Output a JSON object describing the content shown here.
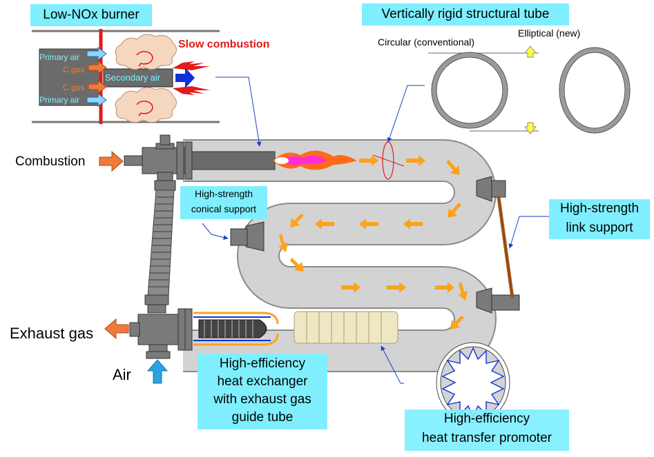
{
  "colors": {
    "callout_bg": "#7fefff",
    "tube_fill": "#d3d3d3",
    "flow_arrow": "#ffa21a",
    "combustion_arrow": "#f07a3a",
    "air_arrow": "#2aa3e0",
    "flame_red": "#e21a1a",
    "secondary_blue": "#1030d8",
    "support_gray": "#7a7a7a",
    "link_brown": "#a65a1e",
    "yellow_arrow": "#ffff3a"
  },
  "callouts": {
    "burner_title": "Low-NOx burner",
    "rigid_tube_title": "Vertically rigid structural tube",
    "link_support": [
      "High-strength",
      "link support"
    ],
    "conical_support": [
      "High-strength",
      "conical support"
    ],
    "heat_exchanger": [
      "High-efficiency",
      "heat exchanger",
      "with exhaust gas",
      "guide tube"
    ],
    "heat_transfer": [
      "High-efficiency",
      "heat transfer promoter"
    ]
  },
  "burner": {
    "slow_combustion": "Slow combustion",
    "primary_air_top": "Primary air",
    "c_gas_top": "C gas",
    "secondary_air": "Secondary air",
    "c_gas_bottom": "C gas",
    "primary_air_bottom": "Primary air"
  },
  "tube_shapes": {
    "circular_label": "Circular (conventional)",
    "elliptical_label": "Elliptical (new)"
  },
  "flows": {
    "combustion": "Combustion",
    "exhaust": "Exhaust gas",
    "air": "Air"
  }
}
